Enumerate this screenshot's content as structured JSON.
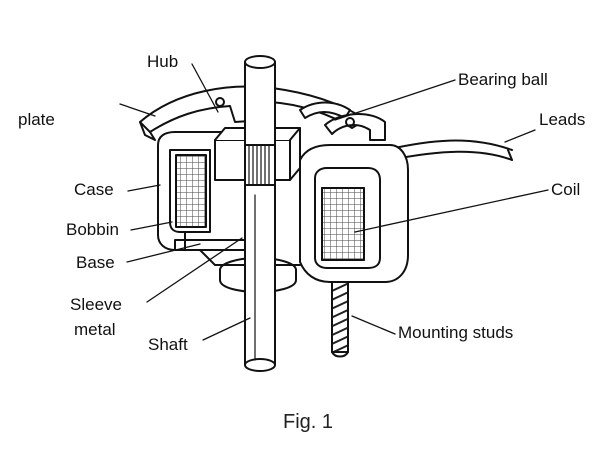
{
  "labels": {
    "hub": "Hub",
    "bearing_ball": "Bearing ball",
    "plate": "plate",
    "leads": "Leads",
    "case": "Case",
    "coil": "Coil",
    "bobbin": "Bobbin",
    "base": "Base",
    "sleeve_metal_line1": "Sleeve",
    "sleeve_metal_line2": "metal",
    "shaft": "Shaft",
    "mounting_studs": "Mounting studs"
  },
  "caption": "Fig. 1",
  "colors": {
    "ink": "#111111",
    "paper": "#ffffff",
    "mesh": "#555555"
  }
}
